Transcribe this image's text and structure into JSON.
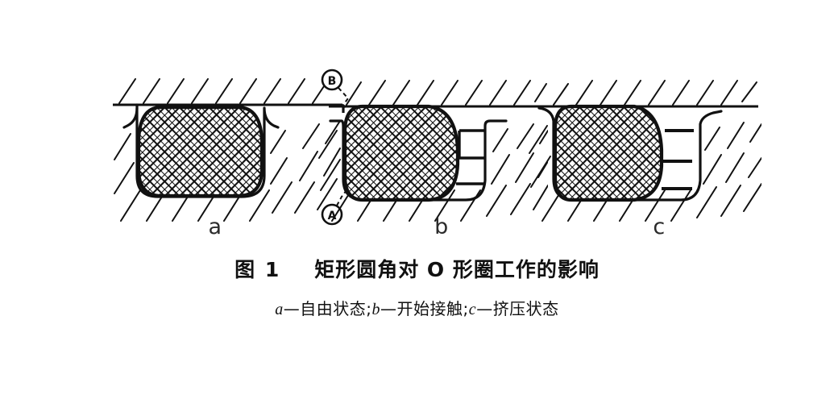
{
  "figure": {
    "caption_number": "图 1",
    "caption_title": "矩形圆角对 O 形圈工作的影响",
    "caption_sub_parts": {
      "a_letter": "a",
      "a_text": "—自由状态;",
      "b_letter": "b",
      "b_text": "—开始接触;",
      "c_letter": "c",
      "c_text": "—挤压状态"
    },
    "caption_sub_full": "a—自由状态;b—开始接触;c—挤压状态",
    "background_color": "#ffffff",
    "line_color": "#111111"
  },
  "panels": [
    {
      "id": "a",
      "letter": "a",
      "state": "自由状态",
      "description": "O 形圈处于自由状态,截面近似圆形,位于矩形圆角沟槽中央",
      "oring_shape": "round",
      "gap_ticks": 0,
      "callouts": []
    },
    {
      "id": "b",
      "letter": "b",
      "state": "开始接触",
      "description": "O 形圈开始与沟槽侧壁接触,右侧出现间隙并标注 A、B 圆角位置",
      "oring_shape": "oval-left",
      "gap_ticks": 3,
      "callouts": [
        {
          "label": "B",
          "name": "callout-b",
          "position": "top-left"
        },
        {
          "label": "A",
          "name": "callout-a",
          "position": "bottom-left"
        }
      ]
    },
    {
      "id": "c",
      "letter": "c",
      "state": "挤压状态",
      "description": "O 形圈被挤压变形贴紧沟槽左壁,右侧间隙增大",
      "oring_shape": "squeezed-left",
      "gap_ticks": 3,
      "callouts": []
    }
  ]
}
